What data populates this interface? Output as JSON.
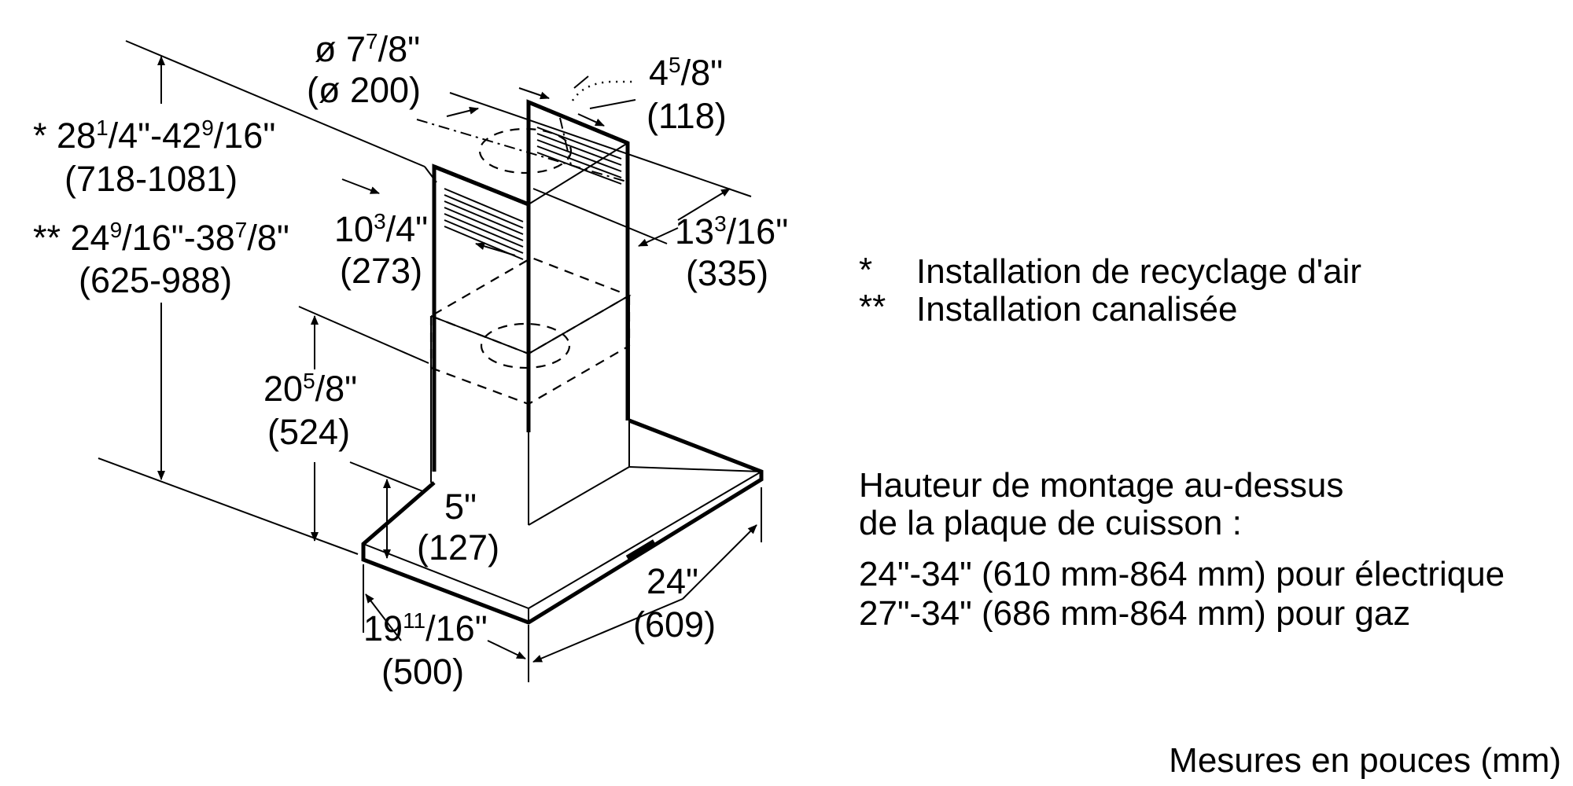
{
  "diagram": {
    "duct_diameter": {
      "main": "ø 7",
      "sup": "7",
      "rest": "/8\"",
      "mm": "(ø 200)"
    },
    "vent_offset": {
      "main": "4",
      "sup": "5",
      "rest": "/8\"",
      "mm": "(118)"
    },
    "total_height_recirc": {
      "prefix": "* 28",
      "sup1": "1",
      "mid": "/4\"-42",
      "sup2": "9",
      "rest": "/16\"",
      "mm": "(718-1081)"
    },
    "total_height_ducted": {
      "prefix": "** 24",
      "sup1": "9",
      "mid": "/16\"-38",
      "sup2": "7",
      "rest": "/8\"",
      "mm": "(625-988)"
    },
    "chimney_width": {
      "main": "10",
      "sup": "3",
      "rest": "/4\"",
      "mm": "(273)"
    },
    "chimney_depth": {
      "main": "13",
      "sup": "3",
      "rest": "/16\"",
      "mm": "(335)"
    },
    "lower_chimney_height": {
      "main": "20",
      "sup": "5",
      "rest": "/8\"",
      "mm": "(524)"
    },
    "canopy_height": {
      "main": "5\"",
      "mm": "(127)"
    },
    "canopy_depth": {
      "main": "19",
      "sup": "11",
      "rest": "/16\"",
      "mm": "(500)"
    },
    "canopy_width": {
      "main": "24\"",
      "mm": "(609)"
    }
  },
  "legend": {
    "item1_marker": "*",
    "item1_text": "Installation de recyclage d'air",
    "item2_marker": "**",
    "item2_text": "Installation canalisée"
  },
  "mounting": {
    "line1": "Hauteur de montage au-dessus",
    "line2": "de la plaque de cuisson :",
    "line3": "24\"-34\" (610 mm-864 mm) pour électrique",
    "line4": "27\"-34\" (686 mm-864 mm) pour gaz"
  },
  "units_note": "Mesures en pouces (mm)"
}
